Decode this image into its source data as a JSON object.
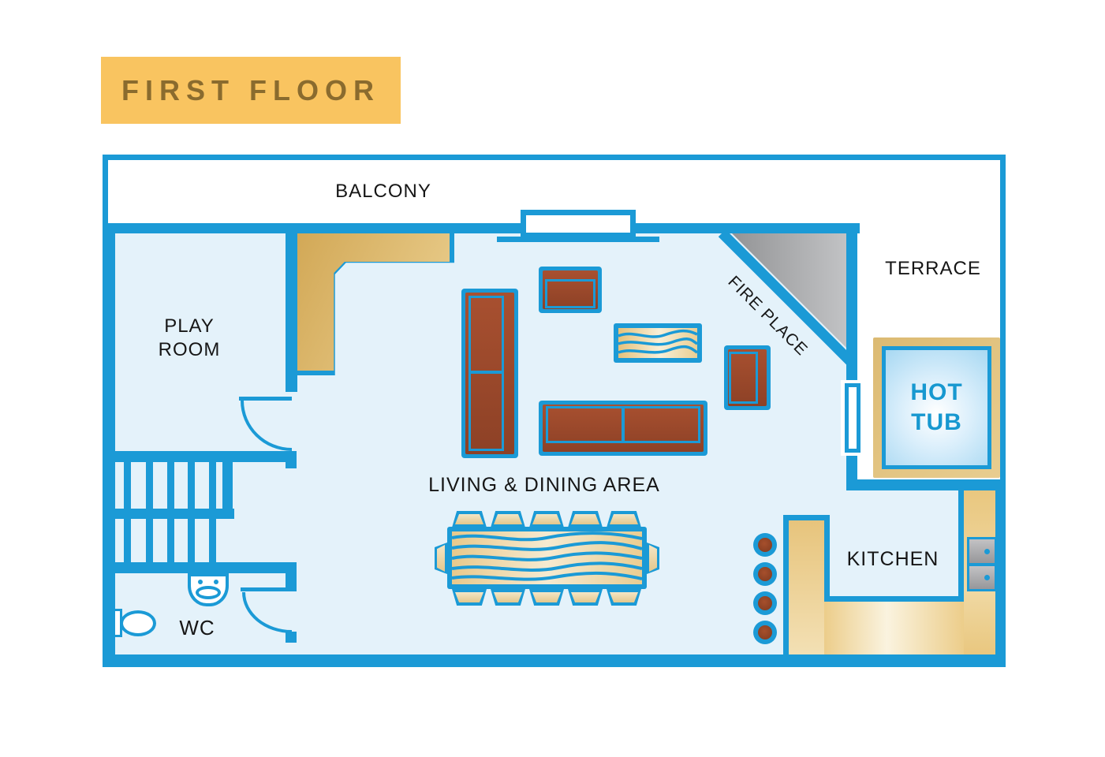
{
  "title": "FIRST FLOOR",
  "rooms": {
    "balcony": "BALCONY",
    "terrace": "TERRACE",
    "play_room": [
      "PLAY",
      "ROOM"
    ],
    "fire_place": "FIRE PLACE",
    "living_dining": "LIVING & DINING AREA",
    "hot_tub": [
      "HOT",
      "TUB"
    ],
    "kitchen": "KITCHEN",
    "wc": "WC"
  },
  "colors": {
    "wall": "#1b9ad6",
    "floor": "#e4f2fa",
    "wood": "#d9b264",
    "counter": "#ecd192",
    "sofa": "#9c4729",
    "fireplace_gray": "#a9aaac",
    "banner_bg": "#f9c460",
    "banner_text": "#8a6b2e",
    "hot_tub_text": "#1798d0",
    "appliance_gray": "#ababad"
  }
}
